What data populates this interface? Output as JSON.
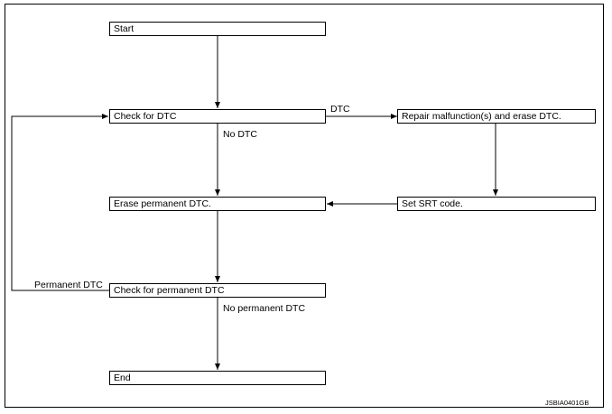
{
  "steps": {
    "start": "Start",
    "check_dtc": "Check for DTC",
    "repair": "Repair malfunction(s) and erase DTC.",
    "erase_permanent": "Erase permanent DTC.",
    "set_srt": "Set SRT code.",
    "check_permanent": "Check for permanent DTC",
    "end": "End"
  },
  "labels": {
    "dtc": "DTC",
    "no_dtc": "No DTC",
    "permanent_dtc": "Permanent DTC",
    "no_permanent_dtc": "No permanent DTC"
  },
  "figure_code": "JSBIA0401GB"
}
